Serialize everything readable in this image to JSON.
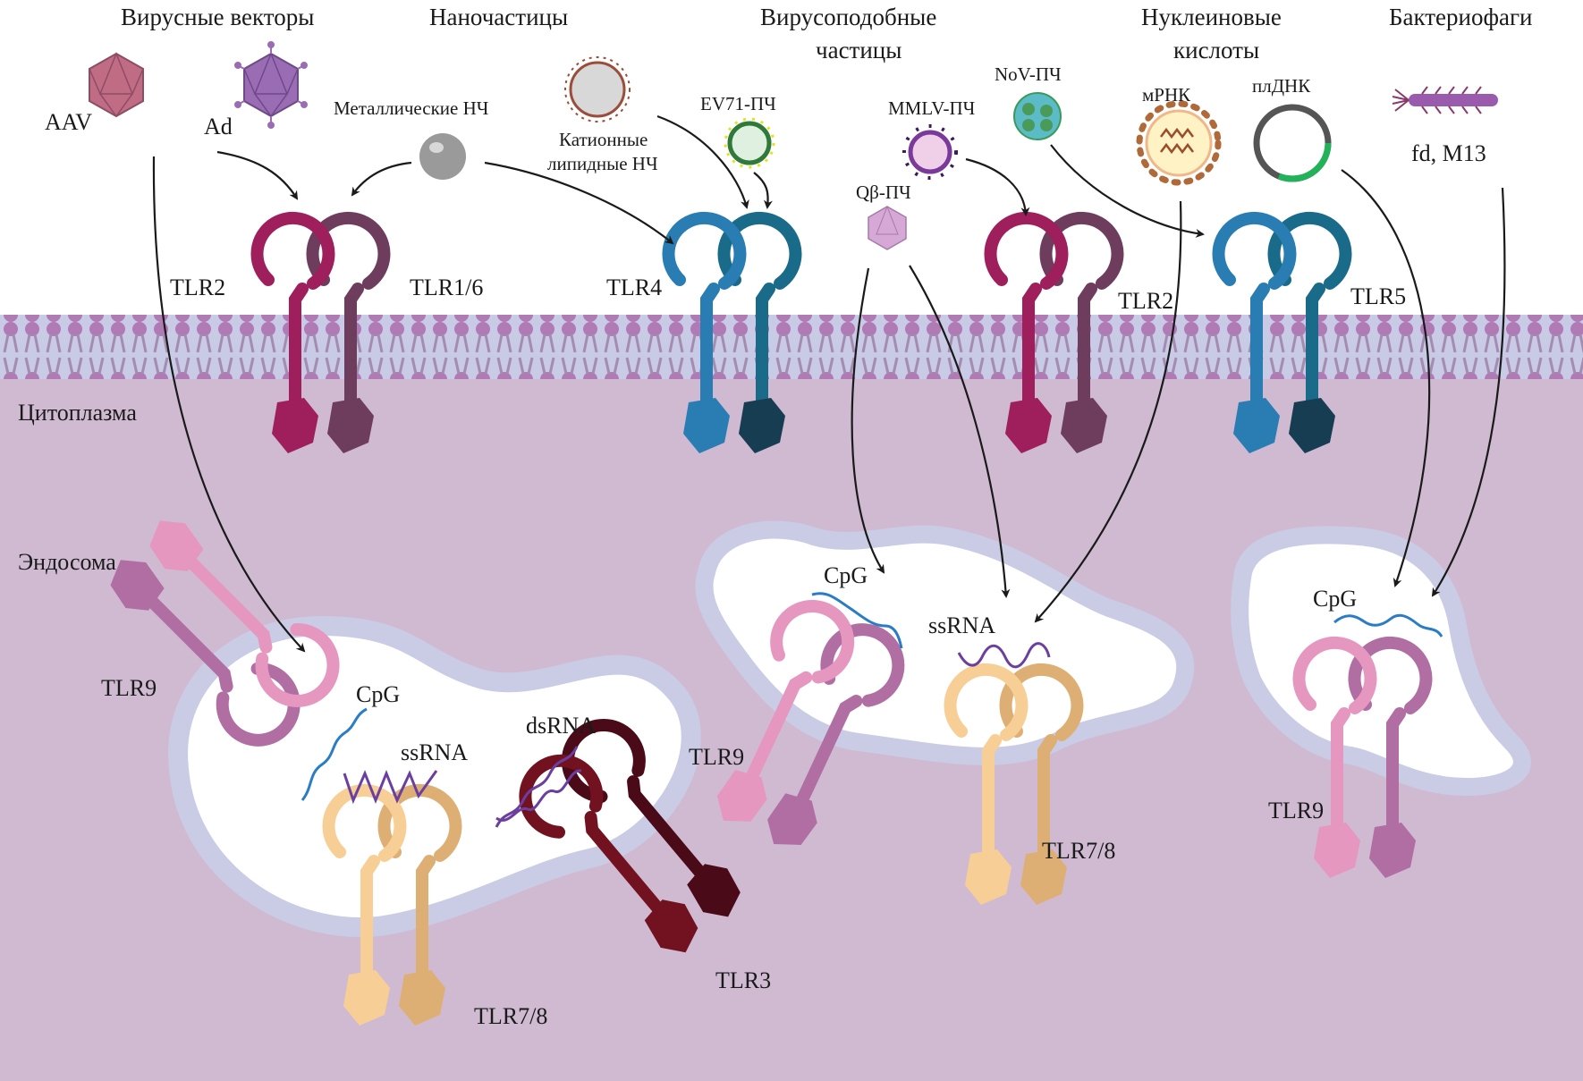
{
  "categories": {
    "viral_vectors": "Вирусные векторы",
    "nanoparticles": "Наночастицы",
    "vlp_line1": "Вирусоподобные",
    "vlp_line2": "частицы",
    "nucleic_line1": "Нуклеиновые",
    "nucleic_line2": "кислоты",
    "phages": "Бактериофаги"
  },
  "agents": {
    "aav": "AAV",
    "ad": "Ad",
    "metal_np": "Металлические НЧ",
    "cationic_line1": "Катионные",
    "cationic_line2": "липидные НЧ",
    "ev71": "EV71-ПЧ",
    "mmlv": "MMLV-ПЧ",
    "nov": "NoV-ПЧ",
    "qbeta": "Qβ-ПЧ",
    "mrna": "мРНК",
    "pldna": "плДНК",
    "fd_m13": "fd, M13"
  },
  "compartments": {
    "cytoplasm": "Цитоплазма",
    "endosome": "Эндосома"
  },
  "receptors": {
    "tlr2_a": "TLR2",
    "tlr16": "TLR1/6",
    "tlr4": "TLR4",
    "tlr2_b": "TLR2",
    "tlr5": "TLR5",
    "tlr9_a": "TLR9",
    "tlr78_a": "TLR7/8",
    "tlr3": "TLR3",
    "tlr9_b": "TLR9",
    "tlr78_b": "TLR7/8",
    "tlr9_c": "TLR9"
  },
  "ligands": {
    "cpg_a": "CpG",
    "ssrna_a": "ssRNA",
    "dsrna": "dsRNA",
    "cpg_b": "CpG",
    "ssrna_b": "ssRNA",
    "cpg_c": "CpG"
  },
  "colors": {
    "cytoplasm": "#cfbad2",
    "membrane_head": "#b07ab5",
    "endosome_wall": "#c9cce4",
    "tlr2": "#9e1f5c",
    "tlr16": "#6e3d5e",
    "tlr4_light": "#2a7db3",
    "tlr4_dark": "#1a6a8a",
    "tlr4_dark_head": "#163d52",
    "tlr9_light": "#e597c0",
    "tlr9_dark": "#b06ea3",
    "tlr78_light": "#f7cf96",
    "tlr78_dark": "#deaf74",
    "tlr3_light": "#721220",
    "tlr3_dark": "#4a0a18",
    "cpg": "#2a7cc7",
    "rna": "#6b3fa0"
  }
}
